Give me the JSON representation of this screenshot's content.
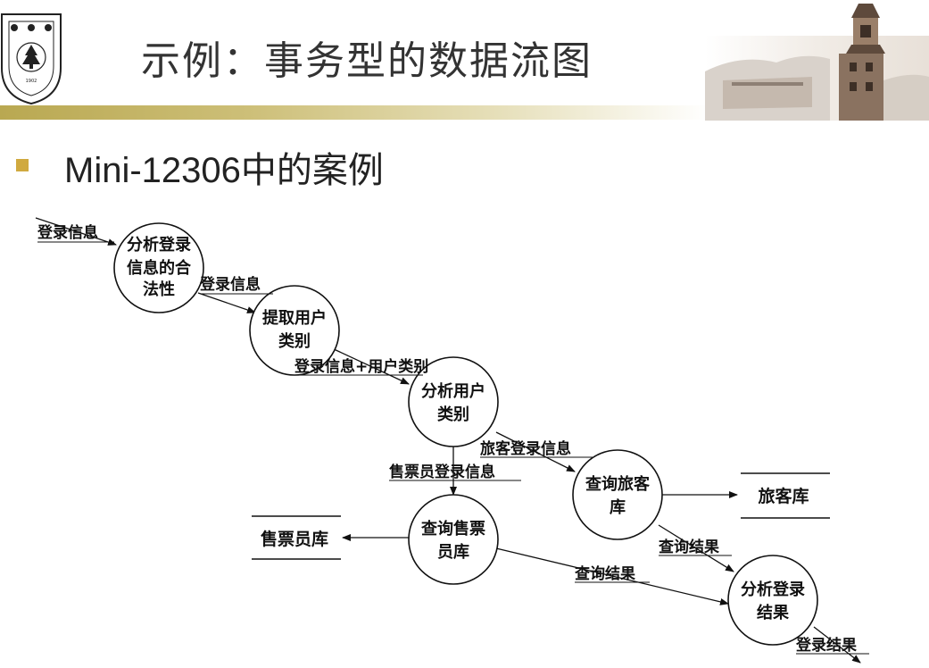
{
  "header": {
    "title": "示例：事务型的数据流图"
  },
  "subtitle": "Mini-12306中的案例",
  "colors": {
    "accent_bar": "#c2b35f",
    "bullet": "#d0a93f"
  },
  "diagram": {
    "processes": [
      {
        "id": "p1",
        "lines": [
          "分析登录",
          "信息的合",
          "法性"
        ]
      },
      {
        "id": "p2",
        "lines": [
          "提取用户",
          "类别"
        ]
      },
      {
        "id": "p3",
        "lines": [
          "分析用户",
          "类别"
        ]
      },
      {
        "id": "p4",
        "lines": [
          "查询旅客",
          "库"
        ]
      },
      {
        "id": "p5",
        "lines": [
          "查询售票",
          "员库"
        ]
      },
      {
        "id": "p6",
        "lines": [
          "分析登录",
          "结果"
        ]
      }
    ],
    "stores": [
      {
        "id": "s1",
        "label": "旅客库"
      },
      {
        "id": "s2",
        "label": "售票员库"
      }
    ],
    "flows": [
      {
        "id": "f1",
        "label": "登录信息"
      },
      {
        "id": "f2",
        "label": "登录信息"
      },
      {
        "id": "f3",
        "label": "登录信息+用户类别"
      },
      {
        "id": "f4",
        "label": "旅客登录信息"
      },
      {
        "id": "f5",
        "label": "售票员登录信息"
      },
      {
        "id": "f6",
        "label": "查询结果"
      },
      {
        "id": "f7",
        "label": "查询结果"
      },
      {
        "id": "f8",
        "label": "登录结果"
      }
    ]
  }
}
